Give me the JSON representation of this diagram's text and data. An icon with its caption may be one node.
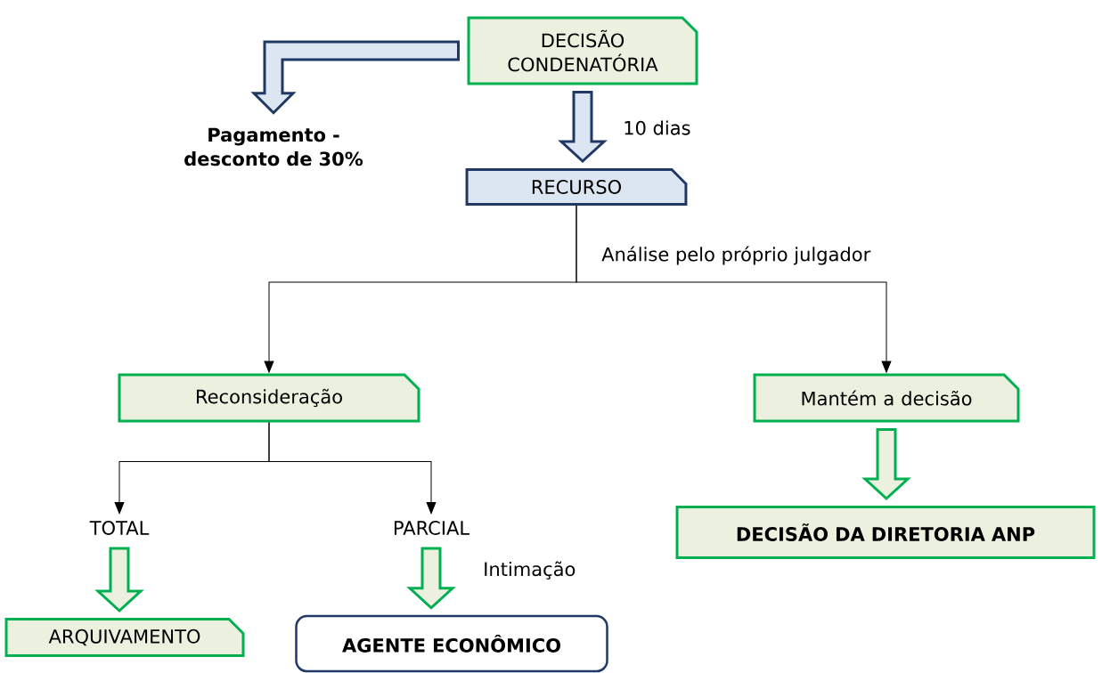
{
  "diagram": {
    "nodes": [
      {
        "text": [
          "DECISÃO CONDENATÓRIA"
        ]
      },
      {
        "text": [
          "Pagamento - desconto de 30%"
        ]
      },
      {
        "text": [
          "RECURSO"
        ]
      },
      {
        "text": [
          "Reconsideração"
        ]
      },
      {
        "text": [
          "Mantém a decisão"
        ]
      },
      {
        "text": [
          "TOTAL"
        ]
      },
      {
        "text": [
          "PARCIAL"
        ]
      },
      {
        "text": [
          "ARQUIVAMENTO"
        ]
      },
      {
        "text": [
          "AGENTE ECONÔMICO"
        ]
      },
      {
        "text": [
          "DECISÃO DA DIRETORIA ANP"
        ]
      }
    ],
    "edges": [
      {
        "from": 0,
        "to": 1,
        "arrow": "to",
        "style": "thick",
        "color": "#1f3864"
      },
      {
        "from": 0,
        "to": 2,
        "arrow": "to",
        "style": "thick",
        "color": "#1f3864",
        "label": "10 dias"
      },
      {
        "from": 2,
        "to": 3,
        "arrow": "to",
        "label": "Análise pelo próprio julgador"
      },
      {
        "from": 2,
        "to": 4,
        "arrow": "to"
      },
      {
        "from": 3,
        "to": 5,
        "arrow": "to"
      },
      {
        "from": 3,
        "to": 6,
        "arrow": "to"
      },
      {
        "from": 5,
        "to": 7,
        "arrow": "to",
        "style": "thick",
        "color": "#00b050"
      },
      {
        "from": 6,
        "to": 8,
        "arrow": "to",
        "style": "thick",
        "color": "#00b050",
        "label": "Intimação"
      },
      {
        "from": 4,
        "to": 9,
        "arrow": "to",
        "style": "thick",
        "color": "#00b050"
      }
    ]
  }
}
